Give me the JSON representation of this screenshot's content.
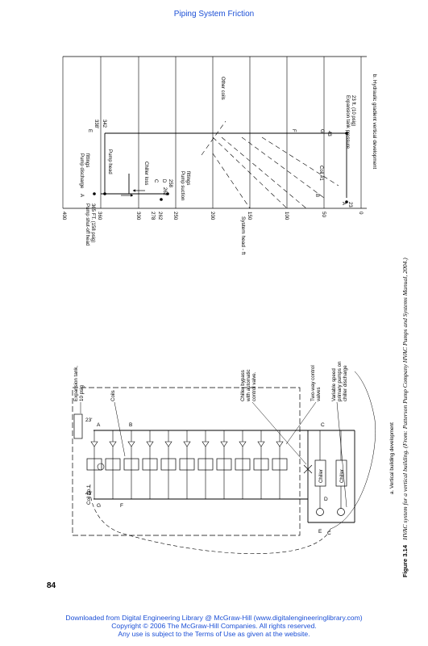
{
  "header": {
    "title": "Piping System Friction"
  },
  "page_number": "84",
  "figure": {
    "label": "Figure 3.14",
    "caption": "HVAC system for a vertical building. (From: Patterson Pump Company HVAC Pumps and Systems Manual, 2004.)"
  },
  "diagram_a": {
    "subtitle": "a. Vertical building development",
    "expansion_tank": "Expansion tank,",
    "expansion_tank_pressure": "10 psig",
    "coils_label": "Coils",
    "chiller_bypass": [
      "Chiller bypass",
      "with automatic",
      "control valve."
    ],
    "two_way_valves": [
      "Two-way control",
      "valves"
    ],
    "variable_speed": [
      "Variable speed",
      "primary pumps on",
      "chiller discharge"
    ],
    "coil_no1": "Coil no.1",
    "height_top": "23'",
    "height_bottom": "43'",
    "chiller_label": "Chiller",
    "points": {
      "A": "A",
      "B": "B",
      "C": "C",
      "D": "D",
      "E": "E",
      "F": "F",
      "G": "G"
    }
  },
  "diagram_b": {
    "subtitle": "b. Hydraulic gradient vertical development",
    "axis_label": "System head - ft",
    "ticks": [
      "400",
      "360",
      "300",
      "278",
      "262",
      "250",
      "200",
      "150",
      "100",
      "50",
      "0"
    ],
    "pump_shutoff": [
      "Pump shut-off head",
      "365 FT. (158 psig)"
    ],
    "pump_discharge": [
      "Pump discharge",
      "fittings"
    ],
    "pump_head": "Pump head",
    "chiller_loss": "Chiller loss",
    "pump_suction": [
      "Pump suction",
      "fittings"
    ],
    "other_coils": "Other coils",
    "coil1": "Coil #1",
    "expansion_tank_pressure": [
      "Expansion tank pressure",
      "23 ft. (10 psig)"
    ],
    "values": {
      "v338": "338'",
      "v342": "342",
      "v258": "258",
      "v262": "262",
      "v23": "23",
      "v43": "43"
    },
    "points": {
      "A": "A",
      "B": "B",
      "C": "C",
      "D": "D",
      "E": "E",
      "F": "F",
      "G": "G"
    }
  },
  "footer": {
    "line1": "Downloaded from Digital Engineering Library @ McGraw-Hill (www.digitalengineeringlibrary.com)",
    "line2": "Copyright © 2006 The McGraw-Hill Companies. All rights reserved.",
    "line3": "Any use is subject to the Terms of Use as given at the website."
  }
}
